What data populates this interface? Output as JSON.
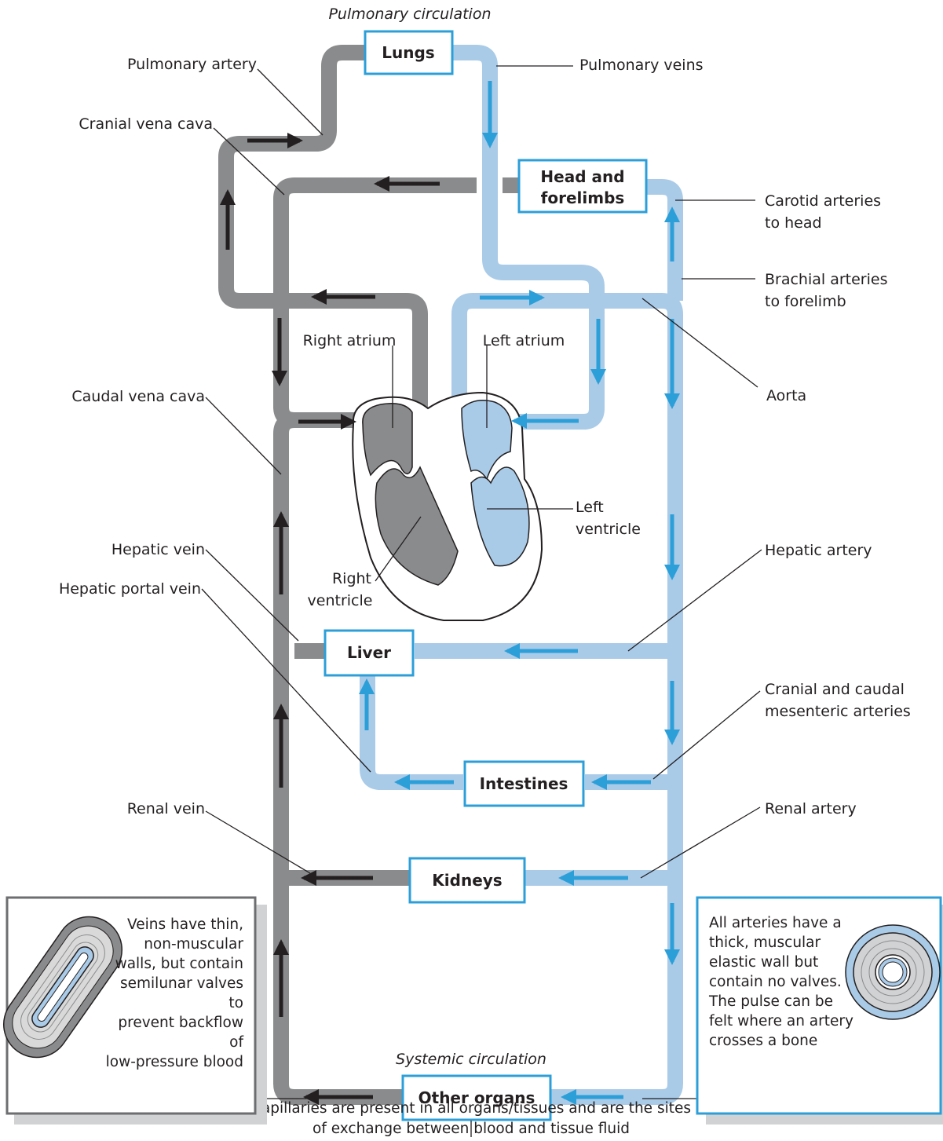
{
  "headings": {
    "pulmonary": "Pulmonary circulation",
    "systemic": "Systemic circulation"
  },
  "organs": {
    "lungs": "Lungs",
    "head_line1": "Head and",
    "head_line2": "forelimbs",
    "liver": "Liver",
    "intestines": "Intestines",
    "kidneys": "Kidneys",
    "other": "Other organs"
  },
  "labels": {
    "pulmonary_artery": "Pulmonary artery",
    "pulmonary_veins": "Pulmonary veins",
    "cranial_vena_cava": "Cranial vena cava",
    "carotid_line1": "Carotid arteries",
    "carotid_line2": "to head",
    "brachial_line1": "Brachial arteries",
    "brachial_line2": "to forelimb",
    "aorta": "Aorta",
    "caudal_vena_cava": "Caudal vena cava",
    "right_atrium": "Right atrium",
    "left_atrium": "Left atrium",
    "left_ventricle_line1": "Left",
    "left_ventricle_line2": "ventricle",
    "right_ventricle_line1": "Right",
    "right_ventricle_line2": "ventricle",
    "hepatic_vein": "Hepatic vein",
    "hepatic_artery": "Hepatic artery",
    "hepatic_portal_vein": "Hepatic portal vein",
    "mesenteric_line1": "Cranial and caudal",
    "mesenteric_line2": "mesenteric arteries",
    "renal_vein": "Renal vein",
    "renal_artery": "Renal artery"
  },
  "notes": {
    "vein_line1": "Veins have thin,",
    "vein_line2": "non-muscular",
    "vein_line3": "walls, but contain",
    "vein_line4": "semilunar valves to",
    "vein_line5": "prevent backflow of",
    "vein_line6": "low-pressure blood",
    "artery_line1": "All arteries have a",
    "artery_line2": "thick, muscular",
    "artery_line3": "elastic wall but",
    "artery_line4": "contain no valves.",
    "artery_line5": "The pulse can be",
    "artery_line6": "felt where an artery",
    "artery_line7": "crosses a bone",
    "capillaries_line1": "Capillaries are present in all organs/tissues and are the sites",
    "capillaries_line2": "of exchange between blood and tissue fluid"
  },
  "colors": {
    "vein_grey": "#8a8b8d",
    "artery_blue": "#a9cbe8",
    "arrow_blue": "#2c9fd9",
    "arrow_dark": "#231f20",
    "box_border": "#2c9fd9"
  }
}
